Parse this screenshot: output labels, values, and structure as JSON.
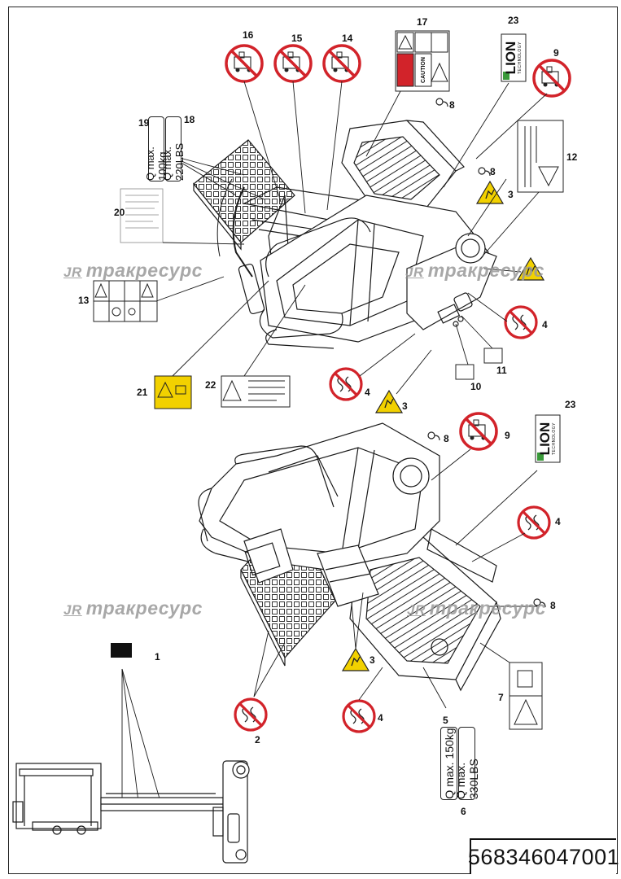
{
  "part_number": "568346047001",
  "watermark": {
    "logo": "JR",
    "text": "тракресурс"
  },
  "callouts": {
    "c1": "1",
    "c2": "2",
    "c3_lower": "3",
    "c3_mid": "3",
    "c3_upper": "3",
    "c4_lower_a": "4",
    "c4_lower_b": "4",
    "c4_mid": "4",
    "c4_upper": "4",
    "c5": "5",
    "c6": "6",
    "c7": "7",
    "c8_lower_a": "8",
    "c8_lower_b": "8",
    "c8_upper_a": "8",
    "c8_upper_b": "8",
    "c9_lower": "9",
    "c9_upper": "9",
    "c10": "10",
    "c11": "11",
    "c12": "12",
    "c13": "13",
    "c14": "14",
    "c15": "15",
    "c16": "16",
    "c17": "17",
    "c18": "18",
    "c19": "19",
    "c20": "20",
    "c21": "21",
    "c22": "22",
    "c23_lower": "23",
    "c23_upper": "23"
  },
  "decals": {
    "load_150": "Q max. 150kg",
    "load_330": "Q max. 330LBS",
    "load_100": "Q max. 100kg",
    "load_220": "Q max. 220LBS",
    "brand": "LION",
    "brand_sub": "TECHNOLOGY",
    "caution": "CAUTION"
  },
  "colors": {
    "prohibition_red": "#d2232a",
    "warning_yellow": "#f2d100",
    "line": "#1a1a1a",
    "watermark_gray": "#9a9a9a"
  }
}
